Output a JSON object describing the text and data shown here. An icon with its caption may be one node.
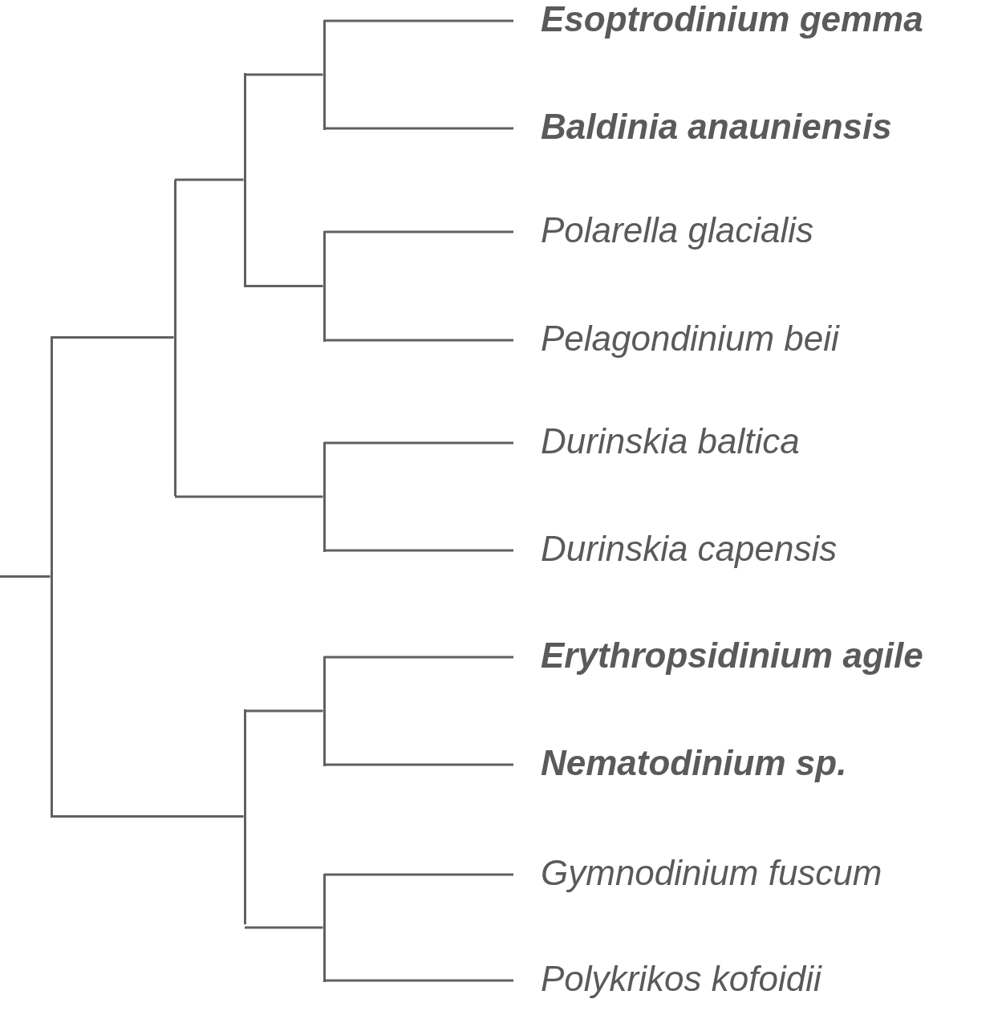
{
  "diagram": {
    "nodes": [
      {
        "text": [
          "Esoptrodinium gemma"
        ]
      },
      {
        "text": [
          "Baldinia anauniensis"
        ]
      },
      {
        "text": [
          "Polarella glacialis"
        ]
      },
      {
        "text": [
          "Pelagondinium beii"
        ]
      },
      {
        "text": [
          "Durinskia baltica"
        ]
      },
      {
        "text": [
          "Durinskia capensis"
        ]
      },
      {
        "text": [
          "Erythropsidinium agile"
        ]
      },
      {
        "text": [
          "Nematodinium sp."
        ]
      },
      {
        "text": [
          "Gymnodinium fuscum"
        ]
      },
      {
        "text": [
          "Polykrikos kofoidii"
        ]
      },
      {
        "text": [],
        "shape": "bar"
      },
      {
        "text": [],
        "shape": "bar"
      },
      {
        "text": [],
        "shape": "bar"
      },
      {
        "text": [],
        "shape": "bar"
      },
      {
        "text": [],
        "shape": "bar"
      },
      {
        "text": [],
        "shape": "bar"
      },
      {
        "text": [],
        "shape": "bar"
      },
      {
        "text": [],
        "shape": "bar"
      },
      {
        "text": [],
        "shape": "bar"
      }
    ],
    "edges": [
      {
        "from": null,
        "to": 10,
        "arrow": "none"
      },
      {
        "from": 10,
        "to": 11,
        "arrow": "none"
      },
      {
        "from": 10,
        "to": 13,
        "arrow": "none"
      },
      {
        "from": 11,
        "to": 12,
        "arrow": "none"
      },
      {
        "from": 11,
        "to": 16,
        "arrow": "none"
      },
      {
        "from": 12,
        "to": 14,
        "arrow": "none"
      },
      {
        "from": 12,
        "to": 15,
        "arrow": "none"
      },
      {
        "from": 14,
        "to": 0,
        "arrow": "none"
      },
      {
        "from": 14,
        "to": 1,
        "arrow": "none"
      },
      {
        "from": 15,
        "to": 2,
        "arrow": "none"
      },
      {
        "from": 15,
        "to": 3,
        "arrow": "none"
      },
      {
        "from": 16,
        "to": 4,
        "arrow": "none"
      },
      {
        "from": 16,
        "to": 5,
        "arrow": "none"
      },
      {
        "from": 13,
        "to": 17,
        "arrow": "none"
      },
      {
        "from": 13,
        "to": 18,
        "arrow": "none"
      },
      {
        "from": 17,
        "to": 6,
        "arrow": "none"
      },
      {
        "from": 17,
        "to": 7,
        "arrow": "none"
      },
      {
        "from": 18,
        "to": 8,
        "arrow": "none"
      },
      {
        "from": 18,
        "to": 9,
        "arrow": "none"
      }
    ]
  }
}
